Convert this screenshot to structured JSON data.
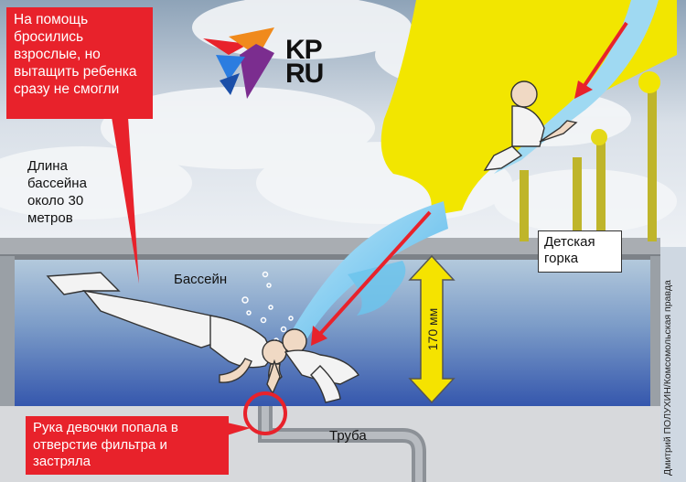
{
  "callouts": {
    "adults": "На помощь бросились взрослые, но вытащить ребенка сразу не смогли",
    "hand": "Рука девочки попала в отверстие фильтра и застряла"
  },
  "labels": {
    "pool_length": "Длина бассейна около 30 метров",
    "pool": "Бассейн",
    "slide": "Детская горка",
    "pipe": "Труба",
    "depth": "170 мм"
  },
  "logo": {
    "line1": "KP",
    "line2": "RU"
  },
  "credit": "Дмитрий ПОЛУХИН/Комсомольская правда",
  "colors": {
    "red": "#e8222b",
    "slide_yellow": "#f2e600",
    "water_top": "#a9c2d8",
    "water_bottom": "#3b5fb0",
    "depth_arrow": "#f5e300"
  }
}
